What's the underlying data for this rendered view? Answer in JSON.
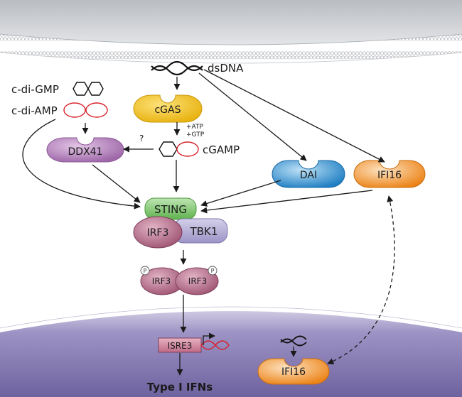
{
  "labels": {
    "dsdna": "dsDNA",
    "cgas": "cGAS",
    "atp": "+ATP",
    "gtp": "+GTP",
    "cgamp": "cGAMP",
    "question": "?",
    "cdigmp": "c-di-GMP",
    "cdiamp": "c-di-AMP",
    "ddx41": "DDX41",
    "dai": "DAI",
    "ifi16_top": "IFI16",
    "sting": "STING",
    "irf3": "IRF3",
    "tbk1": "TBK1",
    "irf3_left": "IRF3",
    "irf3_right": "IRF3",
    "p_left": "P",
    "p_right": "P",
    "isre3": "ISRE3",
    "type_i_ifns": "Type I IFNs",
    "ifi16_nuc": "IFI16"
  },
  "colors": {
    "membrane_bg": "#c9ccd0",
    "nucleus": "#8a7fb5",
    "cgas": "#f2c21c",
    "ddx41": "#b07ab7",
    "dai": "#2a8fd1",
    "ifi16": "#f08c1e",
    "sting": "#6cbf5c",
    "irf3": "#a65a78",
    "tbk1": "#a9a2cf",
    "isre3": "#c86d8a",
    "cdiamp": "#d8202a"
  }
}
